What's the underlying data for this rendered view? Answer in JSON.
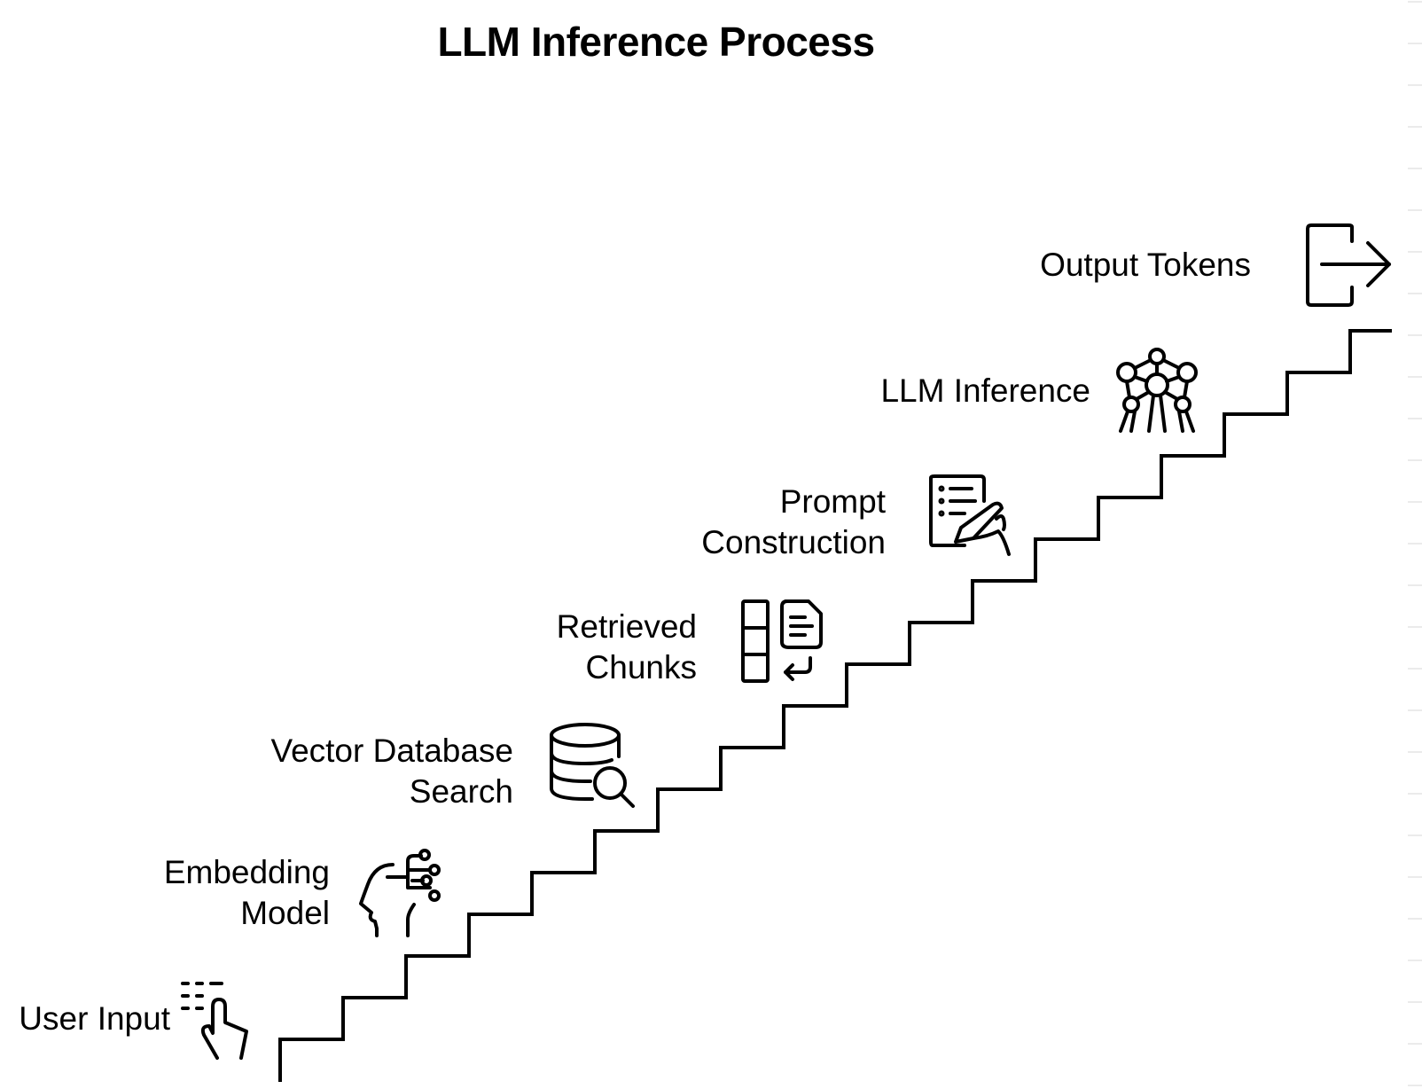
{
  "title": "LLM Inference Process",
  "steps": [
    {
      "label_lines": [
        "User Input"
      ],
      "icon": "tap-hand-icon"
    },
    {
      "label_lines": [
        "Embedding",
        "Model"
      ],
      "icon": "ai-head-icon"
    },
    {
      "label_lines": [
        "Vector Database",
        "Search"
      ],
      "icon": "database-search-icon"
    },
    {
      "label_lines": [
        "Retrieved",
        "Chunks"
      ],
      "icon": "document-return-icon"
    },
    {
      "label_lines": [
        "Prompt",
        "Construction"
      ],
      "icon": "document-write-icon"
    },
    {
      "label_lines": [
        "LLM Inference"
      ],
      "icon": "network-atom-icon"
    },
    {
      "label_lines": [
        "Output Tokens"
      ],
      "icon": "exit-arrow-icon"
    }
  ],
  "colors": {
    "line": "#000000",
    "background": "#ffffff"
  }
}
